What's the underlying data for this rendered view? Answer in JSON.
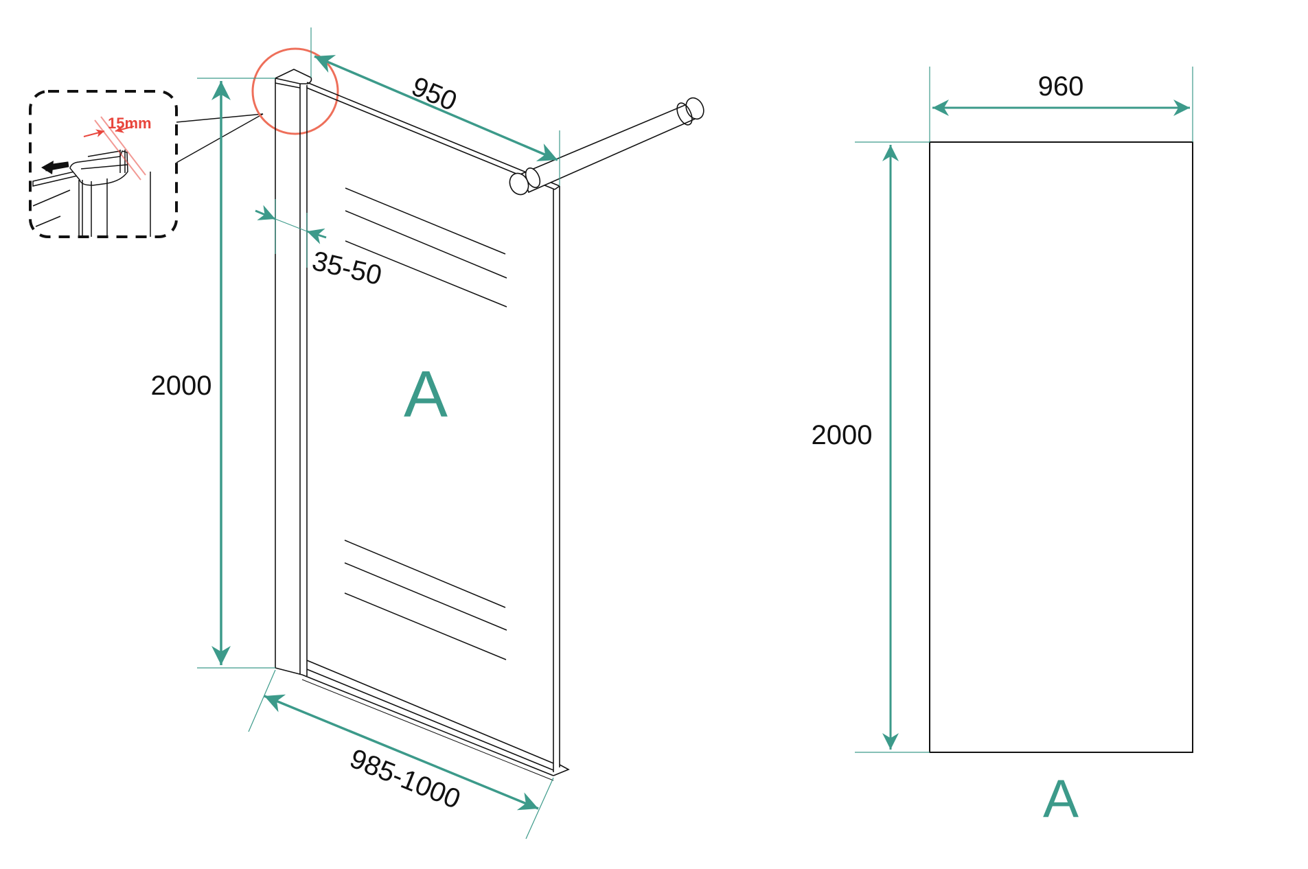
{
  "colors": {
    "dimension": "#3c9a8a",
    "outline": "#111111",
    "highlight": "#ee6f5a",
    "detail_red": "#e8453c",
    "label": "#3c9a8a"
  },
  "iso_view": {
    "panel_label": "A",
    "dimensions": {
      "height": "2000",
      "top_width": "950",
      "wall_gap": "35-50",
      "bottom_width": "985-1000"
    },
    "detail_callout": {
      "gap_label": "15mm"
    }
  },
  "front_view": {
    "panel_label": "A",
    "dimensions": {
      "width": "960",
      "height": "2000"
    }
  }
}
